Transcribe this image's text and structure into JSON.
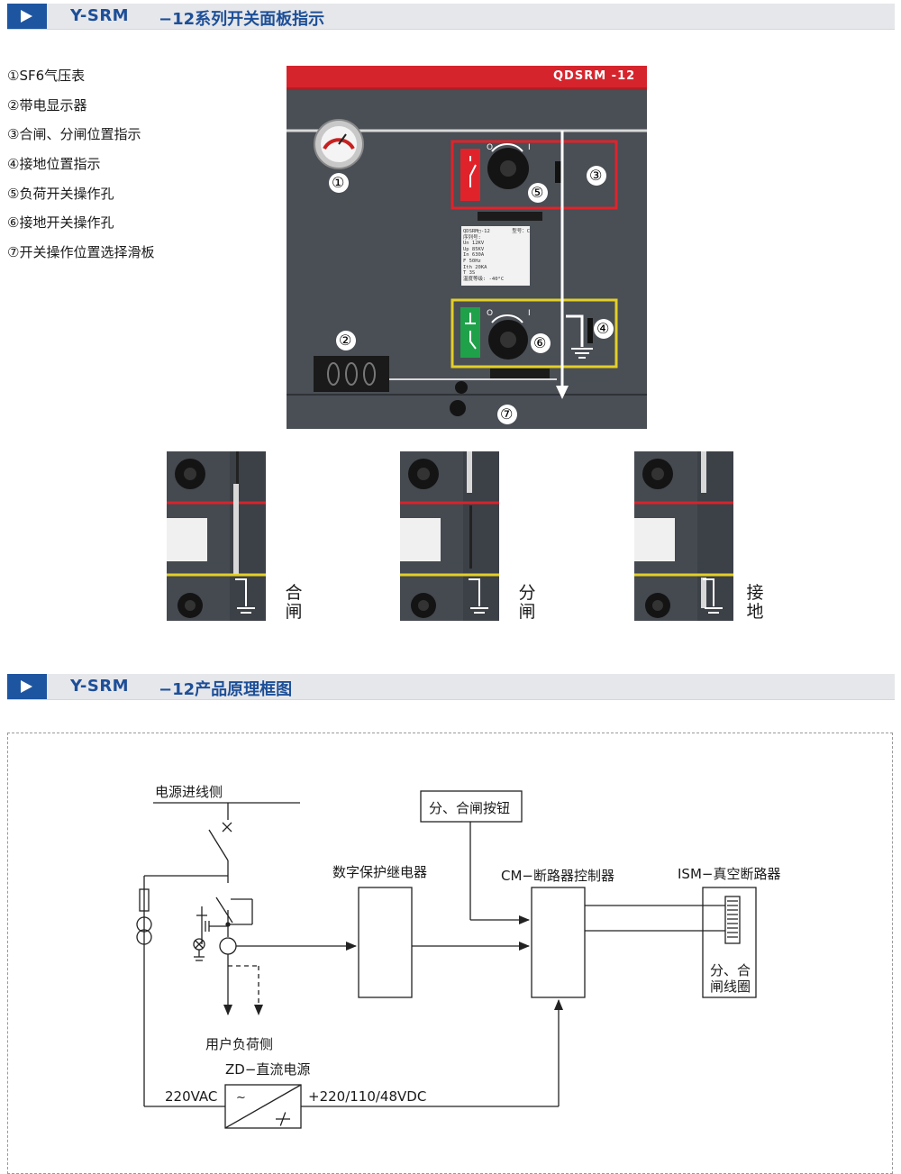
{
  "section1": {
    "model": "Y-SRM",
    "title": "−12系列开关面板指示"
  },
  "legend": [
    "①SF6气压表",
    "②带电显示器",
    "③合闸、分闸位置指示",
    "④接地位置指示",
    "⑤负荷开关操作孔",
    "⑥接地开关操作孔",
    "⑦开关操作位置选择滑板"
  ],
  "panel": {
    "brand": "QDSRM -12",
    "callouts": [
      "①",
      "②",
      "③",
      "④",
      "⑤",
      "⑥",
      "⑦"
    ],
    "switch_marks": {
      "off": "O",
      "on": "I"
    },
    "nameplate": {
      "model": "QDSRM□-12",
      "type": "型号：C",
      "serial": "序列号:",
      "rows": [
        "Un   12KV",
        "Up   85KV",
        "In   630A",
        "F    50Hz",
        "Ith  20KA",
        "T    3S"
      ],
      "temp": "温度等级: -40°C"
    }
  },
  "states": [
    {
      "label": "合闸",
      "chars": [
        "合",
        "闸"
      ]
    },
    {
      "label": "分闸",
      "chars": [
        "分",
        "闸"
      ]
    },
    {
      "label": "接地",
      "chars": [
        "接",
        "地"
      ]
    }
  ],
  "section2": {
    "model": "Y-SRM",
    "title": "−12产品原理框图"
  },
  "diagram": {
    "power_in": "电源进线侧",
    "button": "分、合闸按钮",
    "relay": "数字保护继电器",
    "controller": "CM−断路器控制器",
    "breaker": "ISM−真空断路器",
    "coil": "分、合\n闸线圈",
    "coil_l1": "分、合",
    "coil_l2": "闸线圈",
    "load": "用户负荷侧",
    "dc_supply": "ZD−直流电源",
    "ac_in": "220VAC",
    "dc_out": "+220/110/48VDC"
  },
  "colors": {
    "accent_blue": "#1e55a0",
    "panel_gray": "#4a4e55",
    "brand_red": "#d6242c",
    "ground_yellow": "#e3cf27",
    "ground_green": "#1fa14a"
  }
}
